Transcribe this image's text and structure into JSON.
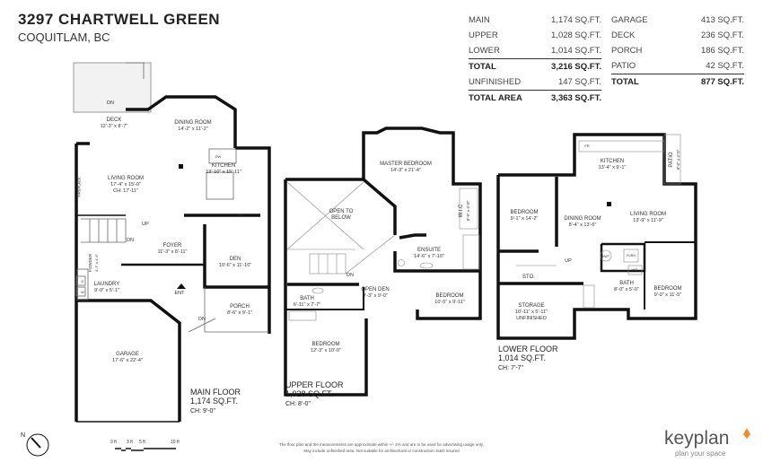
{
  "header": {
    "address": "3297 CHARTWELL GREEN",
    "city": "COQUITLAM, BC"
  },
  "area_table": {
    "left": [
      {
        "label": "MAIN",
        "value": "1,174 SQ.FT."
      },
      {
        "label": "UPPER",
        "value": "1,028 SQ.FT."
      },
      {
        "label": "LOWER",
        "value": "1,014 SQ.FT."
      },
      {
        "label": "TOTAL",
        "value": "3,216 SQ.FT."
      },
      {
        "label": "UNFINISHED",
        "value": "147 SQ.FT."
      },
      {
        "label": "TOTAL AREA",
        "value": "3,363 SQ.FT."
      }
    ],
    "right": [
      {
        "label": "GARAGE",
        "value": "413 SQ.FT."
      },
      {
        "label": "DECK",
        "value": "236 SQ.FT."
      },
      {
        "label": "PORCH",
        "value": "186 SQ.FT."
      },
      {
        "label": "PATIO",
        "value": "42 SQ.FT."
      },
      {
        "label": "TOTAL",
        "value": "877 SQ.FT."
      }
    ]
  },
  "main_floor": {
    "label": "MAIN FLOOR",
    "area": "1,174 SQ.FT.",
    "ch": "CH: 9'-0\"",
    "rooms": [
      {
        "name": "DECK",
        "dim": "12'-3\" x 8'-7\""
      },
      {
        "name": "DINING ROOM",
        "dim": "14'-2\" x 11'-2\""
      },
      {
        "name": "LIVING ROOM",
        "dim": "17'-4\" x 15'-0\"",
        "extra": "CH: 17'-11\""
      },
      {
        "name": "KITCHEN",
        "dim": "13'-10\" x 15'-11\""
      },
      {
        "name": "FOYER",
        "dim": "11'-3\" x 8'-11\""
      },
      {
        "name": "DEN",
        "dim": "10'-6\" x 11'-10\""
      },
      {
        "name": "LAUNDRY",
        "dim": "9'-0\" x 5'-1\""
      },
      {
        "name": "PORCH",
        "dim": "8'-6\" x 9'-1\""
      },
      {
        "name": "GARAGE",
        "dim": "17'-6\" x 22'-4\""
      },
      {
        "name": "POWDER",
        "dim": "4'-7\" x 4'-6\""
      }
    ],
    "markers": {
      "fireplace": "FIREPLACE",
      "up": "UP",
      "dn": "DN",
      "dn2": "DN",
      "dn_deck": "DN",
      "ent": "ENT",
      "dw": "DW",
      "fr": "FR",
      "d": "D",
      "w": "W"
    }
  },
  "upper_floor": {
    "label": "UPPER FLOOR",
    "area": "1,028 SQ.FT.",
    "ch": "CH: 8'-0\"",
    "rooms": [
      {
        "name": "MASTER BEDROOM",
        "dim": "14'-3\" x 21'-4\""
      },
      {
        "name": "OPEN TO",
        "dim": "BELOW"
      },
      {
        "name": "W.I.C",
        "dim": "9'-9\" x 4'-8\""
      },
      {
        "name": "ENSUITE",
        "dim": "14'-6\" x 7'-10\""
      },
      {
        "name": "OPEN DEN",
        "dim": "9'-3\" x 9'-0\""
      },
      {
        "name": "BATH",
        "dim": "6'-11\" x 7'-7\""
      },
      {
        "name": "BEDROOM",
        "dim": "10'-5\" x 9'-11\""
      },
      {
        "name": "BEDROOM",
        "dim": "12'-3\" x 10'-0\""
      }
    ],
    "markers": {
      "dn": "DN"
    }
  },
  "lower_floor": {
    "label": "LOWER FLOOR",
    "area": "1,014 SQ.FT.",
    "ch": "CH: 7'-7\"",
    "rooms": [
      {
        "name": "KITCHEN",
        "dim": "13'-4\" x 9'-1\""
      },
      {
        "name": "PATIO",
        "dim": "9'-6\" x 4'-5\""
      },
      {
        "name": "BEDROOM",
        "dim": "9'-1\" x 14'-2\""
      },
      {
        "name": "DINING ROOM",
        "dim": "8'-4\" x 13'-6\""
      },
      {
        "name": "LIVING ROOM",
        "dim": "13'-9\" x 11'-9\""
      },
      {
        "name": "STO.",
        "dim": ""
      },
      {
        "name": "STORAGE",
        "dim": "10'-11\" x 5'-11\"",
        "extra": "UNFINISHED"
      },
      {
        "name": "BATH",
        "dim": "8'-0\" x 5'-0\""
      },
      {
        "name": "BEDROOM",
        "dim": "9'-0\" x 11'-5\""
      }
    ],
    "markers": {
      "up": "UP",
      "fr": "FR",
      "hwt": "HWT",
      "furn": "FURN",
      "wd": "W/D"
    }
  },
  "footer": {
    "north": "N",
    "scale": [
      "0 ft",
      "3 ft",
      "5 ft",
      "10 ft"
    ],
    "disclaimer_1": "The floor plan and the measurements are approximate within +/- 2% and are to be used for advertising usage only.",
    "disclaimer_2": "May include unfinished area. Not suitable for architectural or construction. E&O insured",
    "logo": "keyplan",
    "tagline": "plan your space",
    "accent": "#f08a24"
  }
}
